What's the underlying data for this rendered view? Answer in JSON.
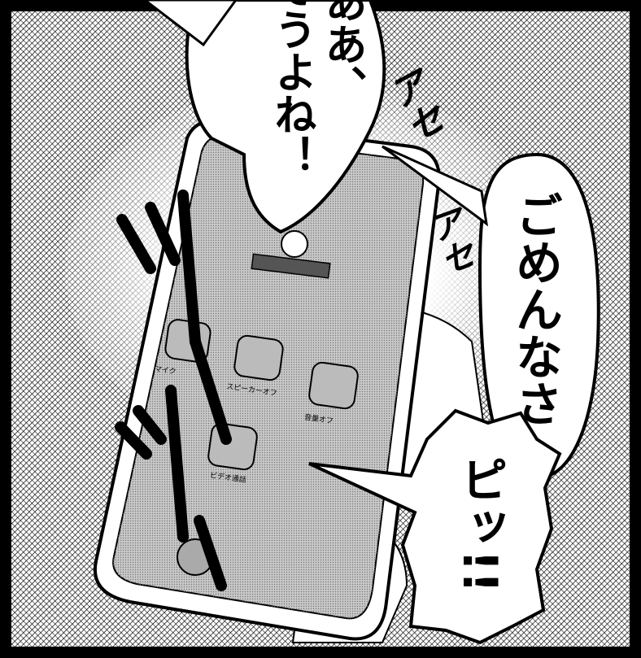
{
  "speech_1": {
    "col_a": "ああ、",
    "col_b": "そうよね！"
  },
  "speech_2": "ごめんなさ",
  "speech_3": "ピッ!!",
  "sfx_ase_1": "アセ",
  "sfx_ase_2": "アセ",
  "phone_screen": {
    "label_1": "マイク",
    "label_2": "スピーカーオフ",
    "label_3": "音量オフ",
    "label_4": "ビデオ通話"
  },
  "colors": {
    "ink": "#000000",
    "paper": "#ffffff",
    "screen": "#c8c8c8"
  }
}
